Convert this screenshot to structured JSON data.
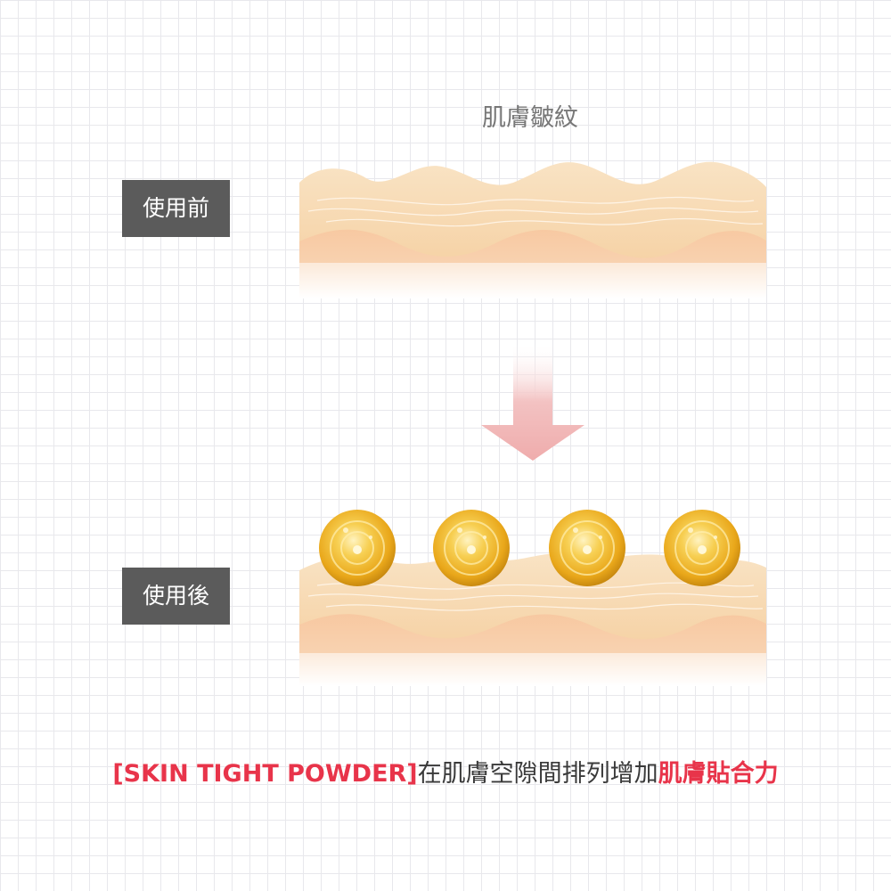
{
  "diagram": {
    "title": "肌膚皺紋",
    "before_label": "使用前",
    "after_label": "使用後"
  },
  "caption": {
    "product": "[SKIN TIGHT POWDER]",
    "middle": "在肌膚空隙間排列增加",
    "highlight": "肌膚貼合力"
  },
  "colors": {
    "accent": "#e8344a",
    "label_bg": "#5b5b5b",
    "arrow": "#f0b0b0",
    "skin_top": "#f7d9ad",
    "skin_bottom": "#f5b98f",
    "particle": "#f2b322"
  },
  "icons": {
    "arrow": "down-arrow-icon",
    "particle": "gold-particle-icon"
  }
}
